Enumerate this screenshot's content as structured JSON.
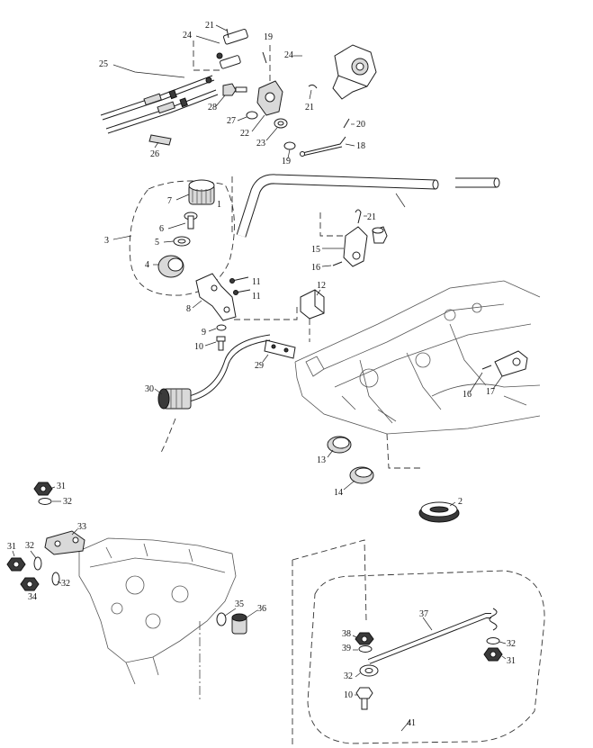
{
  "callouts": [
    "21",
    "24",
    "19",
    "24",
    "25",
    "28",
    "27",
    "22",
    "21",
    "23",
    "20",
    "18",
    "19",
    "26",
    "7",
    "1",
    "6",
    "5",
    "3",
    "4",
    "21",
    "15",
    "16",
    "11",
    "11",
    "12",
    "8",
    "9",
    "10",
    "29",
    "30",
    "16",
    "17",
    "13",
    "14",
    "2",
    "31",
    "32",
    "33",
    "31",
    "32",
    "32",
    "34",
    "35",
    "36",
    "37",
    "38",
    "39",
    "32",
    "31",
    "32",
    "10",
    "41"
  ]
}
